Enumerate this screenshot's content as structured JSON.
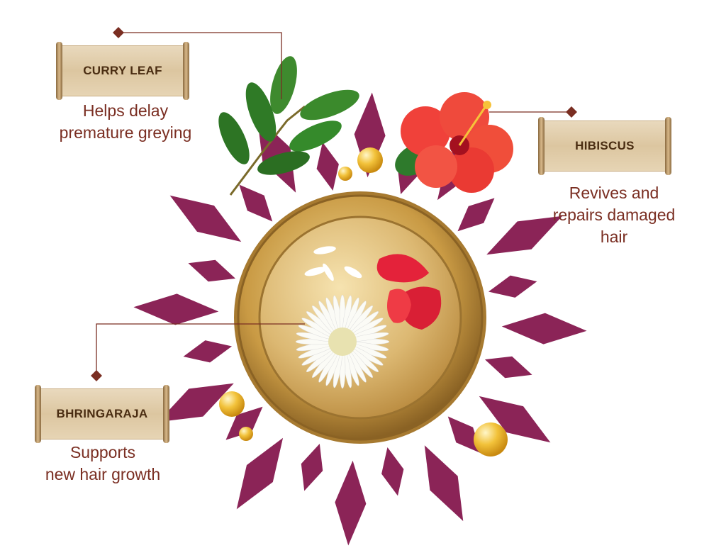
{
  "ingredients": [
    {
      "name": "CURRY LEAF",
      "desc": [
        "Helps delay",
        "premature greying"
      ]
    },
    {
      "name": "HIBISCUS",
      "desc": [
        "Revives and",
        "repairs damaged",
        "hair"
      ]
    },
    {
      "name": "BHRINGARAJA",
      "desc": [
        "Supports",
        "new hair growth"
      ]
    }
  ],
  "colors": {
    "text": "#7a2e22",
    "rays": "#8b2457",
    "connector": "#7a2e22",
    "gold": "#c9a24a"
  }
}
